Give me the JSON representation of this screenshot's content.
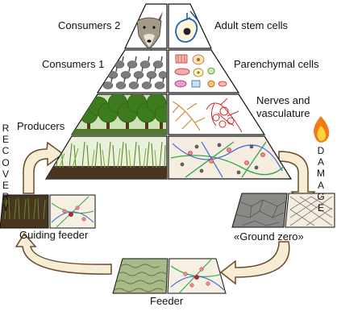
{
  "pyramid": {
    "level_top_left": "Consumers 2",
    "level_top_right": "Adult stem cells",
    "level_2_left": "Consumers 1",
    "level_2_right": "Parenchymal cells",
    "level_3_left": "Producers",
    "level_3_right": "Nerves and vasculature"
  },
  "cycle": {
    "recovery_label": "RECOVERY",
    "damage_label": "DAMAGE",
    "guiding_feeder": "Guiding feeder",
    "ground_zero": "«Ground zero»",
    "feeder": "Feeder"
  },
  "icons": {
    "wolf": "wolf-icon",
    "stem_cell": "stem-cell-icon",
    "rabbits": "rabbit-icon",
    "trees": "tree-icon",
    "grass": "grass-icon",
    "flame": "flame-icon"
  },
  "colors": {
    "arrow_fill": "#f7ecd4",
    "arrow_stroke": "#6b4a2a",
    "outline": "#111111",
    "grass": "#5f8a2c",
    "tree": "#3e7a1e",
    "nerve": "#d08a3a",
    "vessel": "#d22b2b",
    "net_green": "#2fa74a",
    "net_blue": "#3a64d8",
    "flame": "#f07a18"
  }
}
